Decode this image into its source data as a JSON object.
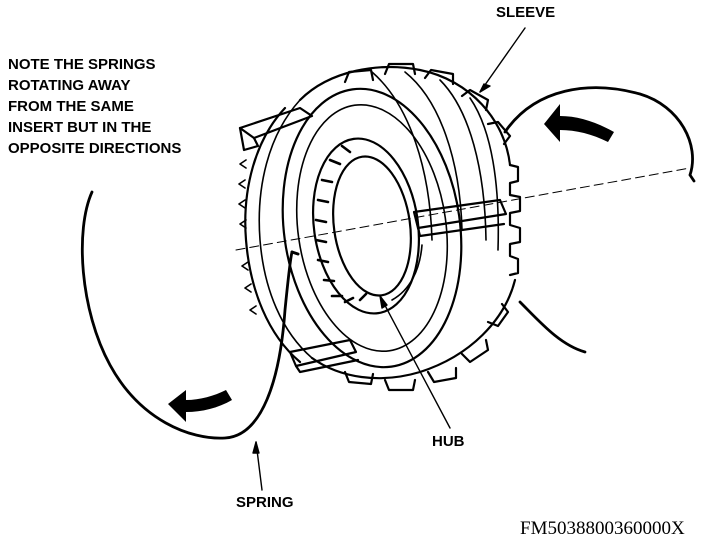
{
  "labels": {
    "note": [
      "NOTE THE SPRINGS",
      "ROTATING AWAY",
      "FROM THE SAME",
      "INSERT BUT IN THE",
      "OPPOSITE DIRECTIONS"
    ],
    "sleeve": "SLEEVE",
    "hub": "HUB",
    "spring": "SPRING"
  },
  "figure_id": "FM5038800360000X",
  "style": {
    "ink": "#000000",
    "paper": "#ffffff"
  }
}
